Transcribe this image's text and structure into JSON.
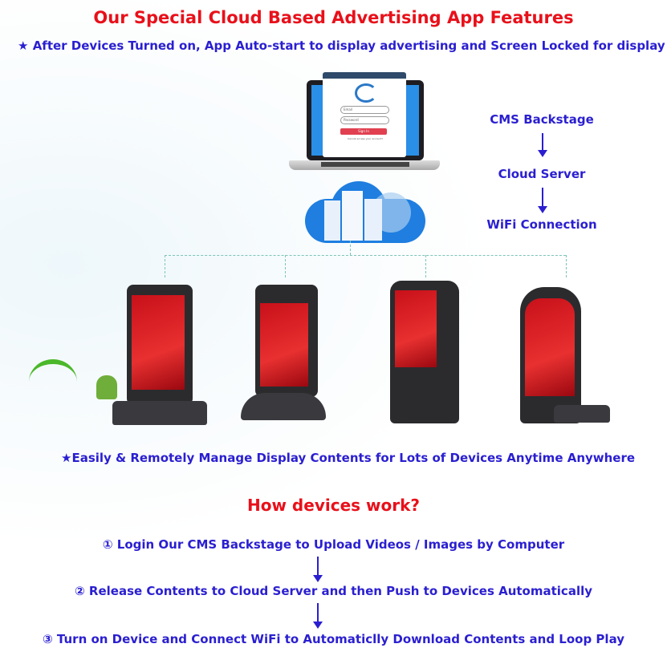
{
  "header": {
    "title": "Our Special Cloud Based Advertising App Features",
    "subtitle": "After Devices Turned on, App Auto-start to display advertising and Screen Locked for display",
    "star_icon": "★"
  },
  "laptop_login": {
    "email_placeholder": "Email",
    "password_placeholder": "Password",
    "sign_in": "Sign In",
    "help_link": "Cannot access your account?"
  },
  "flow": [
    "CMS Backstage",
    "Cloud Server",
    "WiFi Connection"
  ],
  "manage_text": "Easily & Remotely Manage Display Contents for Lots of Devices Anytime Anywhere",
  "how_title": "How devices work?",
  "steps": [
    {
      "num": "①",
      "text": "Login Our CMS Backstage to Upload Videos / Images by Computer"
    },
    {
      "num": "②",
      "text": "Release Contents to Cloud Server and then Push to Devices Automatically"
    },
    {
      "num": "③",
      "text": "Turn on Device and Connect WiFi to Automaticlly Download Contents and Loop Play"
    }
  ],
  "colors": {
    "title_red": "#e8101a",
    "text_blue": "#2a1fd0"
  }
}
